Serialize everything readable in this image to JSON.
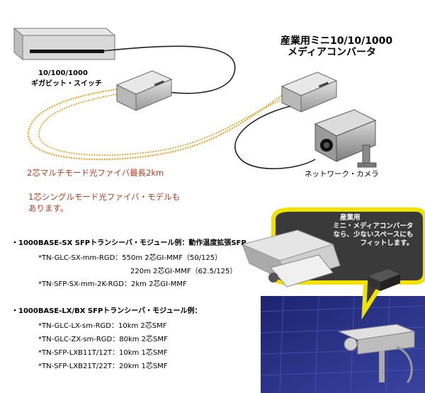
{
  "diagram": {
    "converter_title_line1": "産業用ミニ10/10/1000",
    "converter_title_line2": "メディアコンバータ",
    "switch_label_line1": "10/100/1000",
    "switch_label_line2": "ギガビット・スイッチ",
    "fiber_multimode": "2芯マルチモード光ファイバ最長2km",
    "singlemode_note_line1": "1芯シングルモード光ファイバ・モデルも",
    "singlemode_note_line2": "あります。",
    "camera_label": "ネットワーク・カメラ",
    "bubble": {
      "line1": "産業用",
      "line2": "ミニ・メディアコンバータ",
      "line3": "なら、少ないスペースにも",
      "line4": "フィットします。"
    }
  },
  "specs": {
    "sx_heading": "・1000BASE-SX SFPトランシーバ・モジュール例：動作温度拡張SFP",
    "sx_items": [
      "*TN-GLC-SX-mm-RGD：550m 2芯GI-MMF（50/125）",
      "220m 2芯GI-MMF（62.5/125）",
      "*TN-SFP-SX-mm-2K-RGD：2km 2芯GI-MMF"
    ],
    "lx_heading": "・1000BASE-LX/BX SFPトランシーバ・モジュール例：",
    "lx_items": [
      "*TN-GLC-LX-sm-RGD：10km 2芯SMF",
      "*TN-GLC-ZX-sm-RGD：80km 2芯SMF",
      "*TN-SFP-LXB11T/12T：10km 1芯SMF",
      "*TN-SFP-LXB21T/22T：20km 1芯SMF"
    ]
  },
  "colors": {
    "fiber": "#f0a020",
    "red_text": "#b83a1e",
    "bubble_yellow": "#f2e200",
    "bubble_dark": "#3a3a3a",
    "photo_blue": "#2a3380"
  }
}
